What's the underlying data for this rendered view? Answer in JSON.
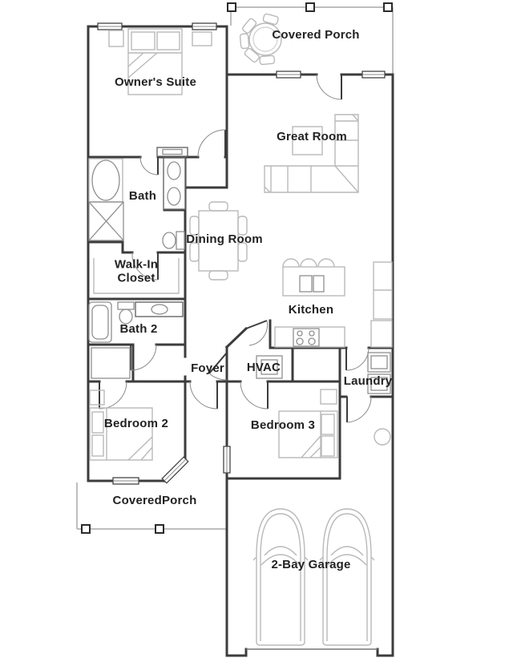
{
  "figure": "residential-floor-plan",
  "colors": {
    "wall": "#3c3c3c",
    "furniture": "#b9b9b9",
    "fixture": "#8f8f8f",
    "porch": "#a9a9a9",
    "label": "#222222",
    "bg": "#ffffff"
  },
  "rooms": [
    {
      "id": "covered-porch-rear",
      "label": "Covered Porch"
    },
    {
      "id": "owners-suite",
      "label": "Owner's Suite"
    },
    {
      "id": "great-room",
      "label": "Great Room"
    },
    {
      "id": "bath",
      "label": "Bath"
    },
    {
      "id": "dining-room",
      "label": "Dining Room"
    },
    {
      "id": "walk-in-closet",
      "label": "Walk-In Closet"
    },
    {
      "id": "kitchen",
      "label": "Kitchen"
    },
    {
      "id": "bath-2",
      "label": "Bath 2"
    },
    {
      "id": "foyer",
      "label": "Foyer"
    },
    {
      "id": "hvac",
      "label": "HVAC"
    },
    {
      "id": "laundry",
      "label": "Laundry"
    },
    {
      "id": "bedroom-2",
      "label": "Bedroom 2"
    },
    {
      "id": "bedroom-3",
      "label": "Bedroom 3"
    },
    {
      "id": "covered-porch-front",
      "label": "CoveredPorch"
    },
    {
      "id": "two-bay-garage",
      "label": "2-Bay Garage"
    }
  ]
}
